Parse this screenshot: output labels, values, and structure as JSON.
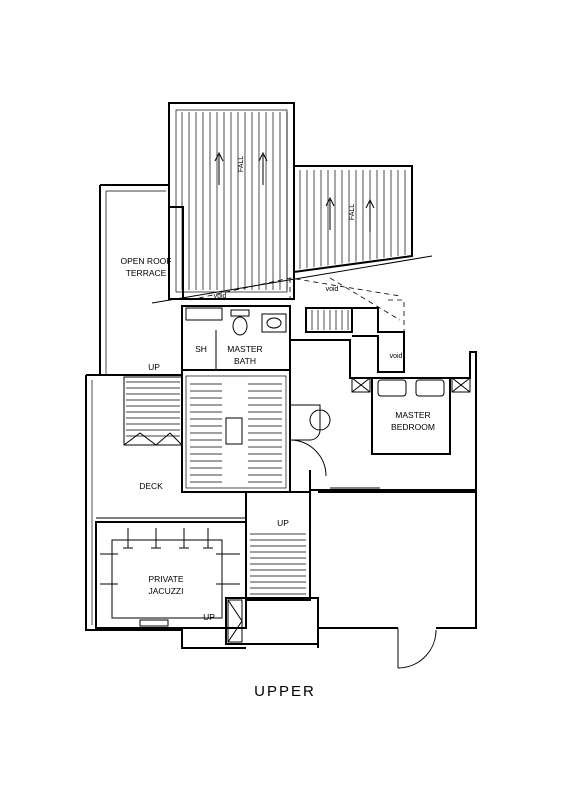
{
  "plan": {
    "title": "UPPER",
    "rooms": {
      "open_roof_terrace_1": "OPEN ROOF",
      "open_roof_terrace_2": "TERRACE",
      "master_bath_1": "MASTER",
      "master_bath_2": "BATH",
      "shower": "SH",
      "master_bedroom_1": "MASTER",
      "master_bedroom_2": "BEDROOM",
      "deck": "DECK",
      "private_jacuzzi_1": "PRIVATE",
      "private_jacuzzi_2": "JACUZZI"
    },
    "annotations": {
      "fall_1": "FALL",
      "fall_2": "FALL",
      "void_1": "void",
      "void_2": "void",
      "void_3": "void",
      "up_1": "UP",
      "up_2": "UP",
      "up_3": "UP"
    }
  }
}
